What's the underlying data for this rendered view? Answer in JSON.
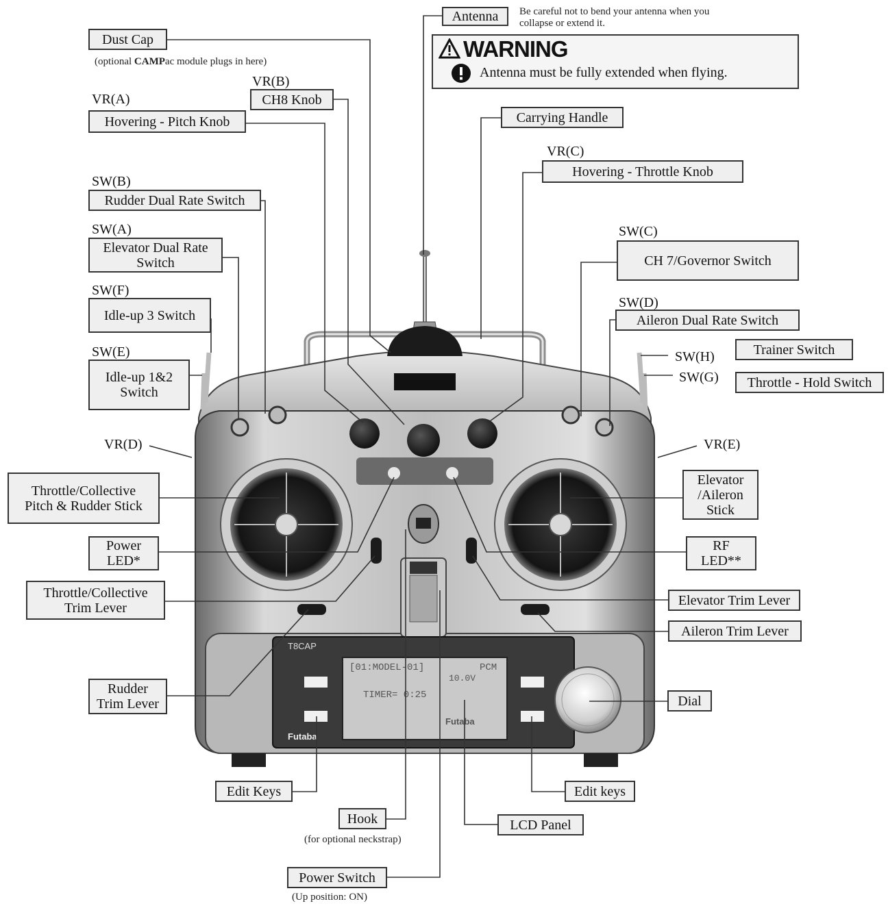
{
  "warning": {
    "title": "WARNING",
    "message": "Antenna must be fully extended when flying."
  },
  "notes": {
    "antenna": "Be careful not to bend your antenna when you\ncollapse or extend it.",
    "dust_cap_prefix": "(optional ",
    "dust_cap_bold": "CAMP",
    "dust_cap_suffix": "ac module plugs in here)",
    "hook": "(for optional neckstrap)",
    "power_switch": "(Up position: ON)"
  },
  "labels": {
    "antenna": "Antenna",
    "dust_cap": "Dust Cap",
    "ch8_knob": "CH8 Knob",
    "hovering_pitch_knob": "Hovering - Pitch Knob",
    "carrying_handle": "Carrying Handle",
    "hovering_throttle_knob": "Hovering - Throttle Knob",
    "rudder_dual_rate_switch": "Rudder Dual Rate Switch",
    "elevator_dual_rate_switch": "Elevator Dual Rate\nSwitch",
    "idle_up_3_switch": "Idle-up 3 Switch",
    "idle_up_12_switch": "Idle-up 1&2\nSwitch",
    "ch7_governor_switch": "CH 7/Governor Switch",
    "aileron_dual_rate_switch": "Aileron Dual Rate Switch",
    "trainer_switch": "Trainer Switch",
    "throttle_hold_switch": "Throttle - Hold Switch",
    "throttle_collective_stick": "Throttle/Collective\nPitch & Rudder Stick",
    "elevator_aileron_stick": "Elevator\n/Aileron\nStick",
    "power_led": "Power\nLED*",
    "rf_led": "RF\nLED**",
    "throttle_collective_trim": "Throttle/Collective\nTrim Lever",
    "elevator_trim_lever": "Elevator Trim Lever",
    "aileron_trim_lever": "Aileron Trim Lever",
    "rudder_trim_lever": "Rudder\nTrim Lever",
    "dial": "Dial",
    "edit_keys_left": "Edit Keys",
    "edit_keys_right": "Edit keys",
    "hook": "Hook",
    "lcd_panel": "LCD Panel",
    "power_switch": "Power Switch"
  },
  "tags": {
    "vr_a": "VR(A)",
    "vr_b": "VR(B)",
    "vr_c": "VR(C)",
    "vr_d": "VR(D)",
    "vr_e": "VR(E)",
    "sw_a": "SW(A)",
    "sw_b": "SW(B)",
    "sw_c": "SW(C)",
    "sw_d": "SW(D)",
    "sw_e": "SW(E)",
    "sw_f": "SW(F)",
    "sw_g": "SW(G)",
    "sw_h": "SW(H)"
  },
  "device": {
    "brand": "Futaba",
    "model_badge": "T8CAP",
    "lcd_line1": "[01:MODEL-01]",
    "lcd_mode": "PCM",
    "lcd_voltage": "10.0V",
    "lcd_timer": "TIMER= 0:25",
    "lcd_brand": "Futaba"
  }
}
